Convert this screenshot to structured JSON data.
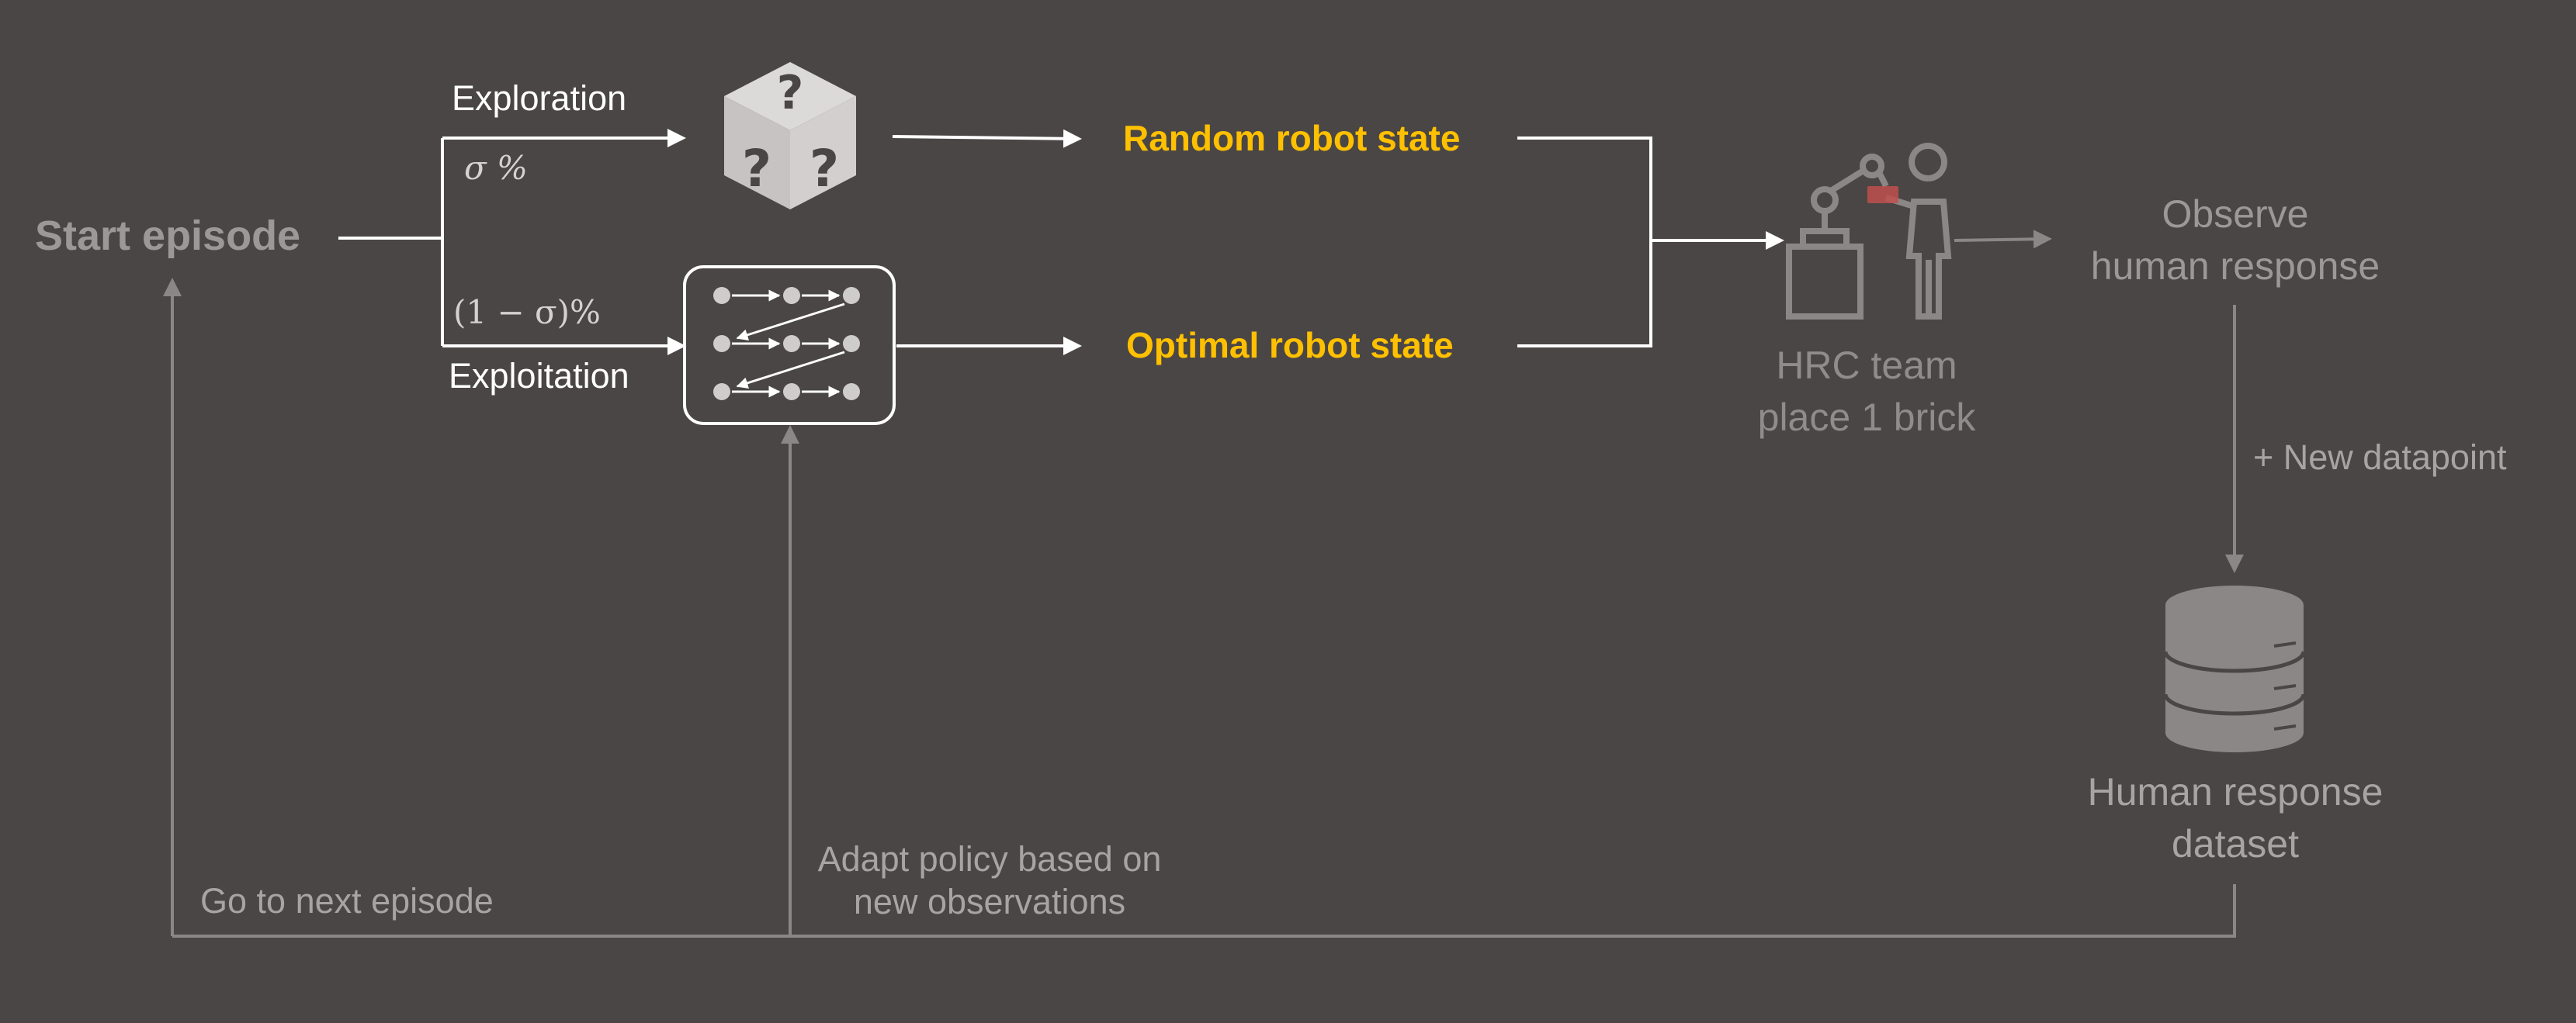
{
  "labels": {
    "start": "Start episode",
    "exploration": "Exploration",
    "sigma": "σ %",
    "one_minus_sigma": "(1 − σ)%",
    "exploitation": "Exploitation",
    "random_state": "Random robot state",
    "optimal_state": "Optimal robot state",
    "hrc_line1": "HRC team",
    "hrc_line2": "place 1 brick",
    "observe_line1": "Observe",
    "observe_line2": "human response",
    "new_datapoint": "+ New datapoint",
    "dataset_line1": "Human response",
    "dataset_line2": "dataset",
    "adapt_line1": "Adapt policy based on",
    "adapt_line2": "new observations",
    "next_episode": "Go to next episode"
  },
  "colors": {
    "background": "#4a4645",
    "white": "#ffffff",
    "gray": "#a7a4a2",
    "accent": "#ffc000",
    "icon_gray": "#8a8786",
    "brick": "#c0504d"
  },
  "icons": {
    "dice": "dice-question-icon",
    "policy": "policy-graph-icon",
    "hrc": "robot-human-icon",
    "database": "database-icon"
  }
}
